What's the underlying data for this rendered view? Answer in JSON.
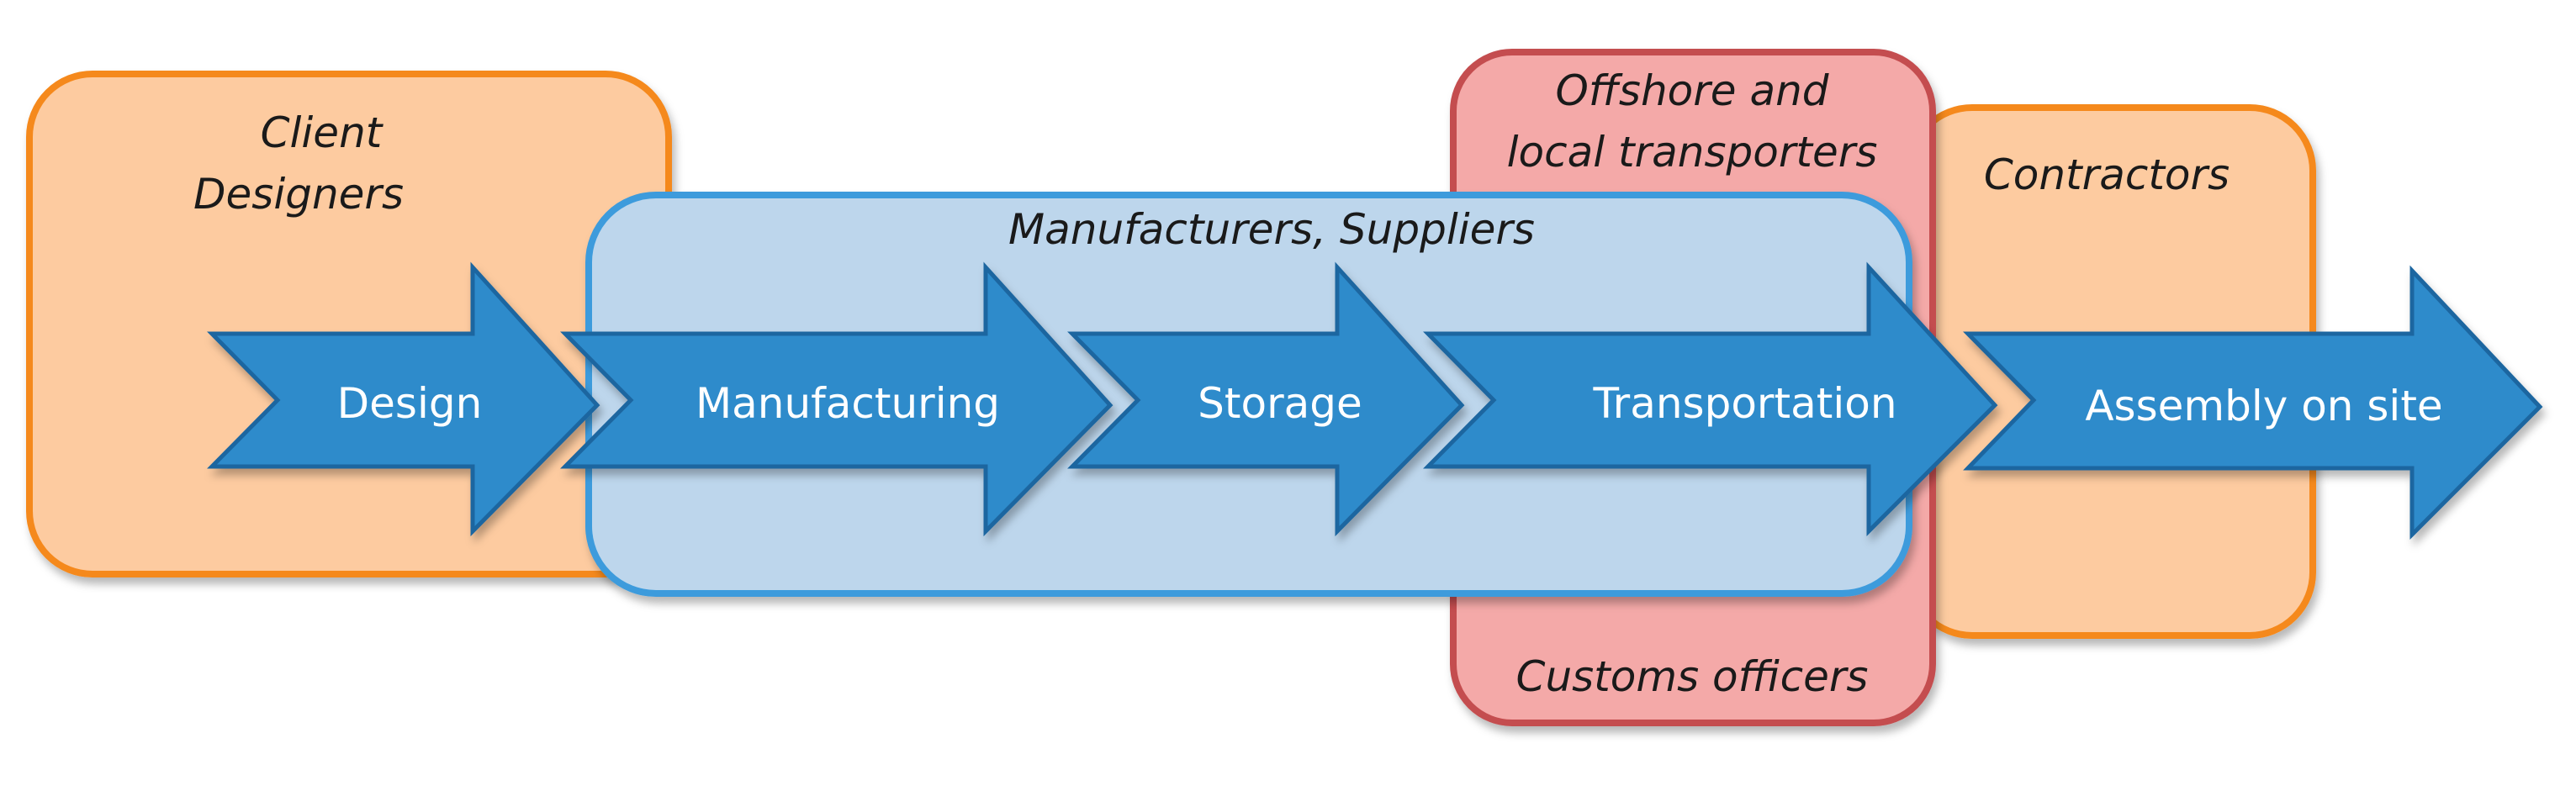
{
  "colors": {
    "orange_fill": "#FDCBA0",
    "orange_stroke": "#F5891E",
    "blue_fill": "#BDD6EC",
    "blue_stroke": "#3C9BDC",
    "red_fill": "#F4A9A8",
    "red_stroke": "#C44D4F",
    "arrow_fill": "#2E8BCB",
    "arrow_stroke": "#1E66A0",
    "arrow_text": "#FFFFFF"
  },
  "zones": {
    "client_designers": {
      "line1": "Client",
      "line2": "Designers"
    },
    "manufacturers_suppliers": {
      "label": "Manufacturers, Suppliers"
    },
    "transporters": {
      "line1": "Offshore and",
      "line2": "local transporters",
      "bottom": "Customs officers"
    },
    "contractors": {
      "label": "Contractors"
    }
  },
  "steps": [
    {
      "label": "Design"
    },
    {
      "label": "Manufacturing"
    },
    {
      "label": "Storage"
    },
    {
      "label": "Transportation"
    },
    {
      "label": "Assembly on site"
    }
  ]
}
